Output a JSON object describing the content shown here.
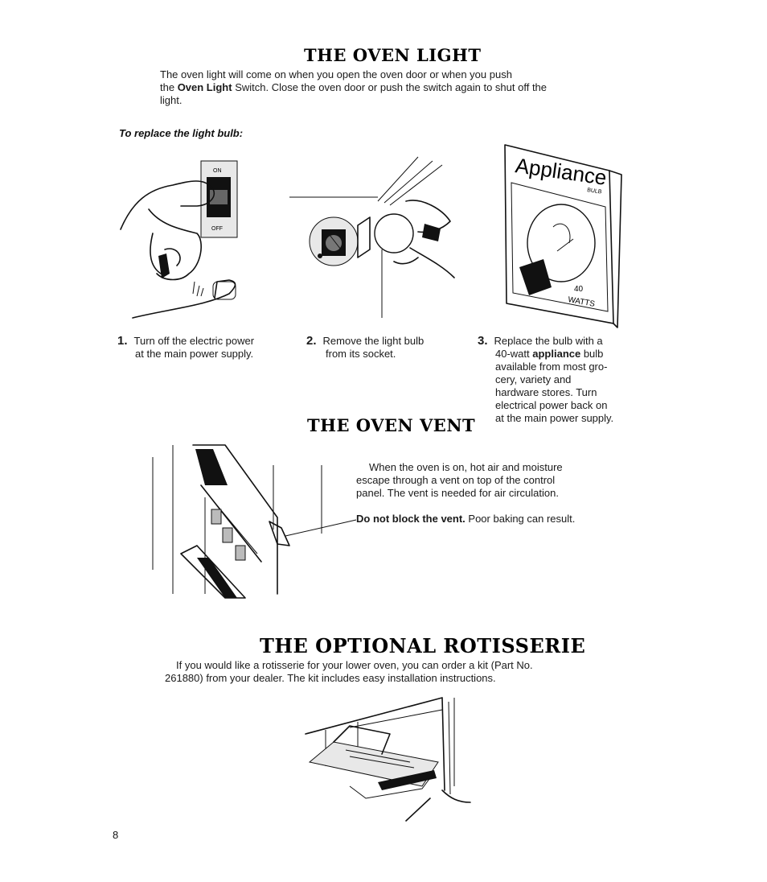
{
  "oven_light": {
    "title": "THE OVEN LIGHT",
    "intro_1": "The oven light will come on when you open the oven door or when you push",
    "intro_2a": "the ",
    "intro_2b": "Oven Light",
    "intro_2c": " Switch. Close the oven door or push the switch again to shut off the",
    "intro_3": "light.",
    "replace_heading": "To replace the light bulb:",
    "switch_on_label": "ON",
    "switch_off_label": "OFF",
    "steps": [
      {
        "num": "1.",
        "line1": "Turn off the electric power",
        "line2": "at the main power supply."
      },
      {
        "num": "2.",
        "line1": "Remove the light bulb",
        "line2": "from its socket."
      },
      {
        "num": "3.",
        "line1": "Replace the bulb with a",
        "line2a": "40-watt ",
        "line2b": "appliance",
        "line2c": " bulb",
        "line3": "available from most gro-",
        "line4": "cery, variety and",
        "line5": "hardware stores. Turn",
        "line6": "electrical power back on",
        "line7": "at the main power supply."
      }
    ],
    "bulb_box_label": "Appliance",
    "bulb_box_sub": "BULB",
    "bulb_watt_num": "40",
    "bulb_watt_unit": "WATTS"
  },
  "oven_vent": {
    "title": "THE OVEN VENT",
    "line1": "When the oven is on, hot air and moisture",
    "line2": "escape through a vent on top of the control",
    "line3": "panel. The vent is needed for air circulation.",
    "warn_bold": "Do not block the vent.",
    "warn_rest": " Poor baking can result."
  },
  "rotisserie": {
    "title": "THE OPTIONAL ROTISSERIE",
    "line1": "If you would like a rotisserie for your lower oven, you can order a kit (Part No.",
    "line2": "261880) from your dealer. The kit includes easy installation instructions."
  },
  "page_number": "8"
}
